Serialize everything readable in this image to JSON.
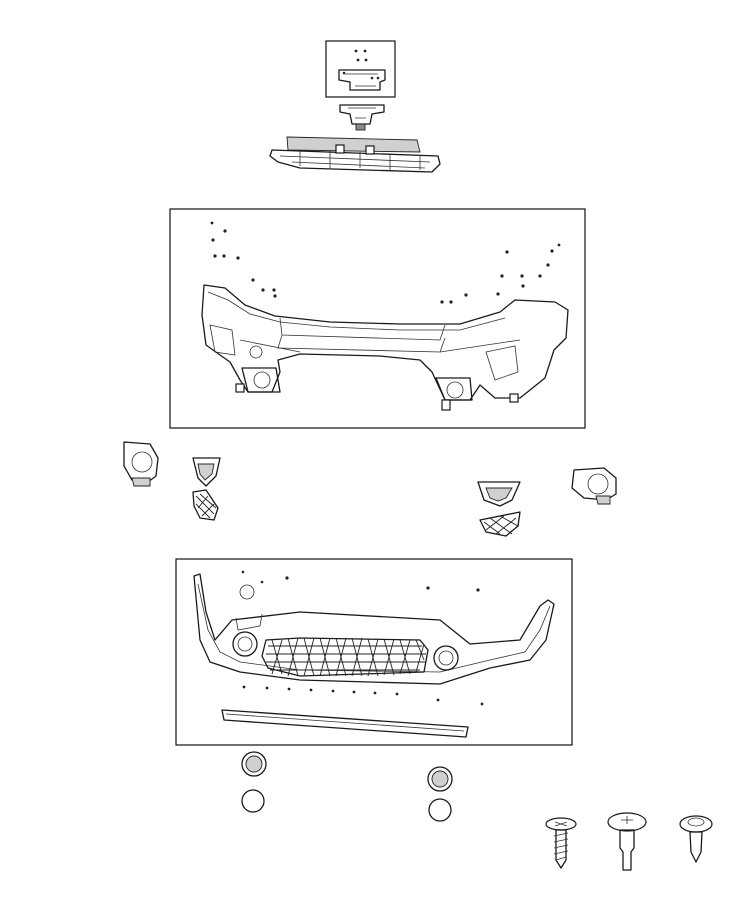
{
  "diagram": {
    "background": "#ffffff",
    "line_color": "#1a1a1a",
    "parts": [
      {
        "name": "sensor-bracket-box"
      },
      {
        "name": "sensor-module"
      },
      {
        "name": "upper-grille-support"
      },
      {
        "name": "front-bumper-fascia-box"
      },
      {
        "name": "fog-lamp-bezel-left"
      },
      {
        "name": "fascia-insert-left"
      },
      {
        "name": "grille-insert-left"
      },
      {
        "name": "fascia-insert-right"
      },
      {
        "name": "grille-insert-right"
      },
      {
        "name": "fog-lamp-bezel-right"
      },
      {
        "name": "lower-fascia-box"
      },
      {
        "name": "skid-strip"
      },
      {
        "name": "park-sensor-left"
      },
      {
        "name": "sensor-ring-left"
      },
      {
        "name": "park-sensor-right"
      },
      {
        "name": "sensor-ring-right"
      },
      {
        "name": "screw-tapping"
      },
      {
        "name": "bolt-shoulder"
      },
      {
        "name": "pin-push"
      }
    ]
  }
}
